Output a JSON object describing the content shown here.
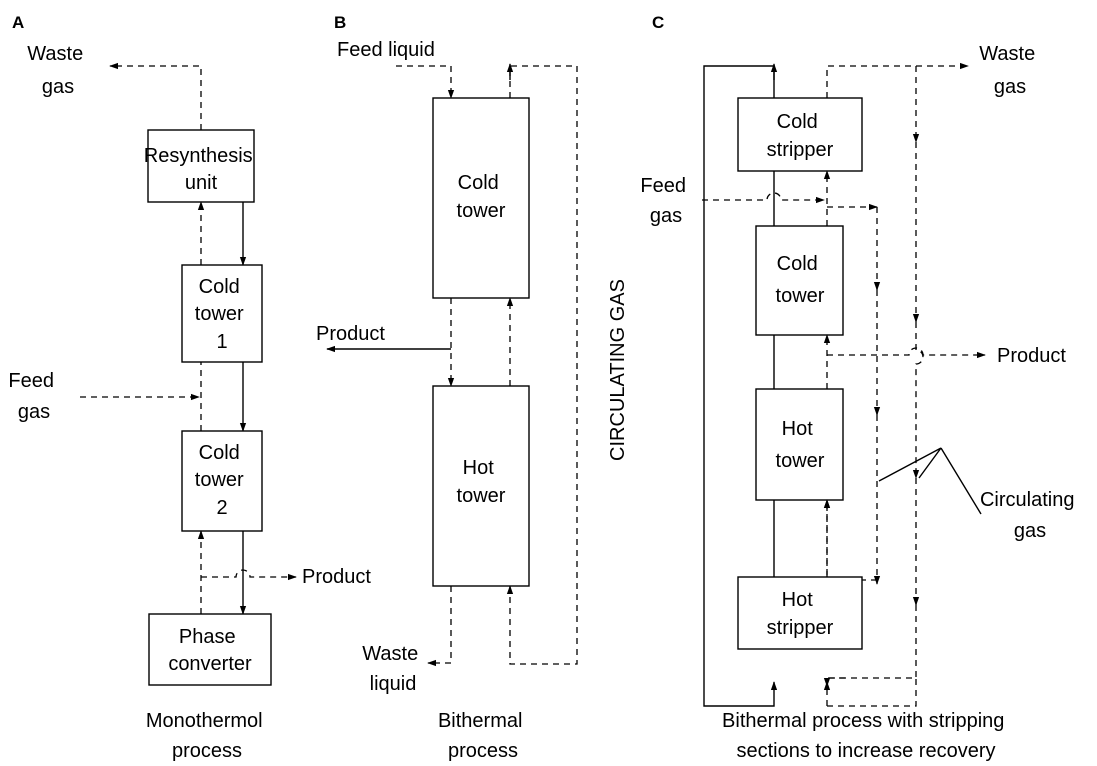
{
  "panels": {
    "a": {
      "letter": "A",
      "caption": [
        "Monothermol",
        "process"
      ],
      "waste_gas": [
        "Waste",
        "gas"
      ],
      "resynthesis": [
        "Resynthesis",
        "unit"
      ],
      "tower1": [
        "Cold",
        "tower",
        "1"
      ],
      "feed_gas": [
        "Feed",
        "gas"
      ],
      "tower2": [
        "Cold",
        "tower",
        "2"
      ],
      "product": "Product",
      "converter": [
        "Phase",
        "converter"
      ]
    },
    "b": {
      "letter": "B",
      "caption": [
        "Bithermal",
        "process"
      ],
      "feed_liquid": "Feed liquid",
      "cold_tower": [
        "Cold",
        "tower"
      ],
      "product": "Product",
      "hot_tower": [
        "Hot",
        "tower"
      ],
      "waste_liquid": [
        "Waste",
        "liquid"
      ],
      "circulating_gas": "CIRCULATING GAS"
    },
    "c": {
      "letter": "C",
      "caption": [
        "Bithermal process with stripping",
        "sections to increase recovery"
      ],
      "waste_gas": [
        "Waste",
        "gas"
      ],
      "cold_stripper": [
        "Cold",
        "stripper"
      ],
      "feed_gas": [
        "Feed",
        "gas"
      ],
      "cold_tower": [
        "Cold",
        "tower"
      ],
      "product": "Product",
      "hot_tower": [
        "Hot",
        "tower"
      ],
      "circulating_gas": [
        "Circulating",
        "gas"
      ],
      "hot_stripper": [
        "Hot",
        "stripper"
      ]
    }
  }
}
